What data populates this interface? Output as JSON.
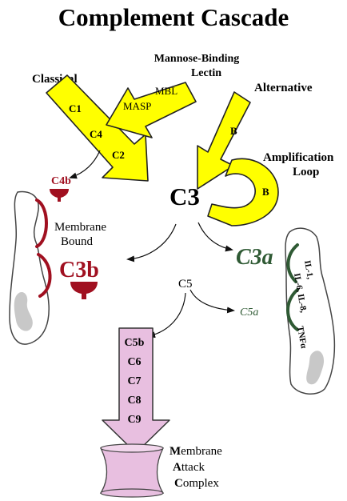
{
  "title": "Complement Cascade",
  "pathways": {
    "classical": {
      "label": "Classical",
      "arrow_items": [
        "C1",
        "C4",
        "C2"
      ]
    },
    "lectin": {
      "label_line1": "Mannose-Binding",
      "label_line2": "Lectin",
      "arrow_items": [
        "MBL",
        "MASP"
      ]
    },
    "alternative": {
      "label": "Alternative",
      "arrow_item": "B"
    },
    "amplification": {
      "label_line1": "Amplification",
      "label_line2": "Loop",
      "item": "B"
    }
  },
  "c3": "C3",
  "c4b": "C4b",
  "c3b": "C3b",
  "membrane_bound": {
    "line1": "Membrane",
    "line2": "Bound"
  },
  "c3a": "C3a",
  "c5": "C5",
  "c5a": "C5a",
  "cytokines": [
    "IL-1,",
    "IL-6, IL-8,",
    "TNFα"
  ],
  "mac_components": [
    "C5b",
    "C6",
    "C7",
    "C8",
    "C9"
  ],
  "mac_label": [
    {
      "initial": "M",
      "rest": "embrane"
    },
    {
      "initial": "A",
      "rest": "ttack"
    },
    {
      "initial": "C",
      "rest": "omplex"
    }
  ],
  "colors": {
    "yellow": "#ffff00",
    "dark_red": "#a01020",
    "dark_green": "#2f5a34",
    "pink": "#e8bfe0",
    "gray": "#c8c8c8"
  }
}
